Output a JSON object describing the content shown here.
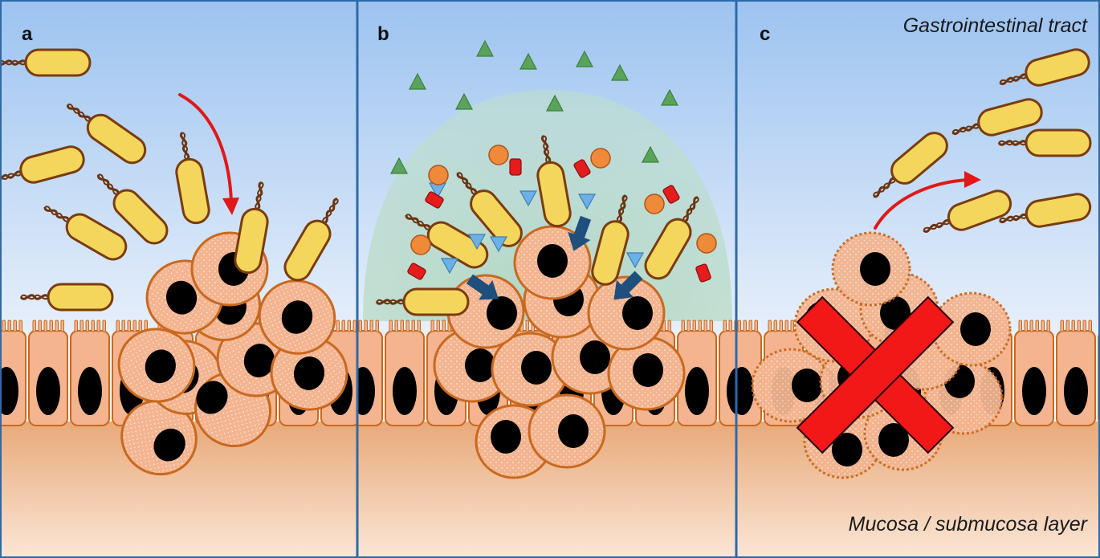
{
  "panels": [
    {
      "letter": "a"
    },
    {
      "letter": "b"
    },
    {
      "letter": "c"
    }
  ],
  "labels": {
    "top": "Gastrointestinal tract",
    "bottom": "Mucosa / submucosa layer"
  },
  "colors": {
    "lumen_top": "#9cc3f0",
    "lumen_bottom": "#e8f0fb",
    "tissue_top": "#e8a979",
    "tissue_bottom": "#fbe6d6",
    "epithelial": "#f3b48f",
    "cell_outline": "#c8691f",
    "nucleus": "#000000",
    "bacterium_body": "#f5d65c",
    "bacterium_outline": "#7a3c10",
    "flagellum": "#6b3410",
    "arrow_red": "#e01818",
    "arrow_blue": "#1e4f7d",
    "triangle_green": "#5aa35a",
    "triangle_blue": "#6cb0e6",
    "molecule_orange": "#ee8a3a",
    "molecule_red": "#e41c1c",
    "cross_red": "#f21818",
    "panel_border": "#2e6aa8",
    "halo": "#b6dcc3"
  },
  "icons": [
    "bacterium-icon",
    "tumor-cell-icon",
    "epithelial-cell-icon",
    "green-triangle-icon",
    "blue-triangle-icon",
    "orange-circle-icon",
    "red-cylinder-icon",
    "red-cross-icon",
    "curved-arrow-icon",
    "block-arrow-icon"
  ]
}
